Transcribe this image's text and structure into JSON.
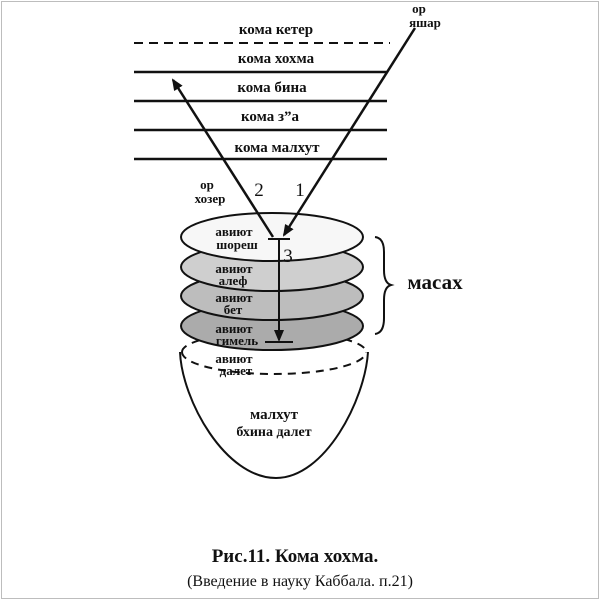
{
  "levels": {
    "keter": "кома кетер",
    "hochma": "кома хохма",
    "bina": "кома бина",
    "za": "кома з”а",
    "malchut": "кома малхут"
  },
  "light": {
    "direct_line1": "ор",
    "direct_line2": "яшар",
    "reflected_line1": "ор",
    "reflected_line2": "хозер"
  },
  "markers": {
    "one": "1",
    "two": "2",
    "three": "3"
  },
  "discs": [
    {
      "line1": "авиют",
      "line2": "шореш",
      "fill": "#f7f7f7"
    },
    {
      "line1": "авиют",
      "line2": "алеф",
      "fill": "#cfcfcf"
    },
    {
      "line1": "авиют",
      "line2": "бет",
      "fill": "#bdbdbd"
    },
    {
      "line1": "авиют",
      "line2": "гимель",
      "fill": "#ababab"
    },
    {
      "line1": "авиют",
      "line2": "далет",
      "fill": "#ffffff"
    }
  ],
  "masach": "масах",
  "malchut_vessel": {
    "line1": "малхут",
    "line2": "бхина далет"
  },
  "caption": {
    "title": "Рис.11. Кома хохма.",
    "source": "(Введение в науку Каббала. п.21)"
  }
}
